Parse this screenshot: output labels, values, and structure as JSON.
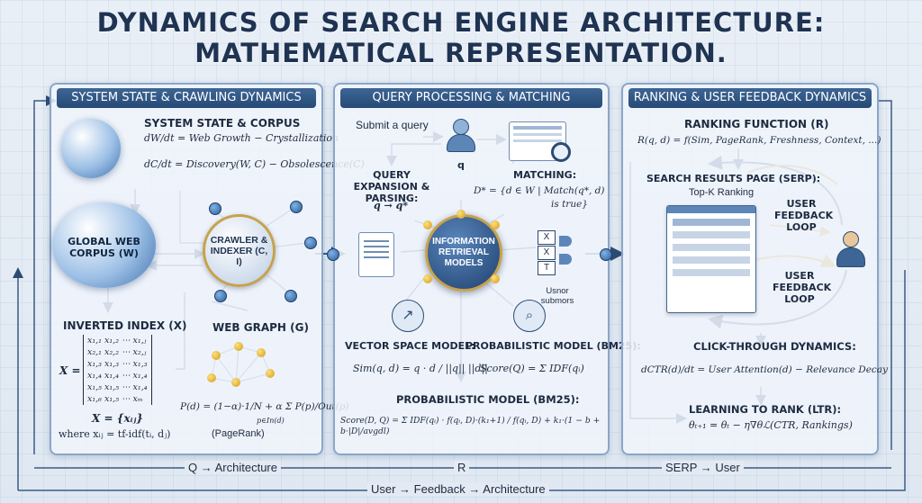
{
  "title_line1": "DYNAMICS OF SEARCH ENGINE ARCHITECTURE:",
  "title_line2": "MATHEMATICAL REPRESENTATION.",
  "panel1": {
    "header": "SYSTEM STATE & CRAWLING DYNAMICS",
    "state_title": "SYSTEM STATE & CORPUS",
    "eq1": "dW/dt = Web Growth − Crystallization",
    "eq2": "dC/dt = Discovery(W, C) − Obsolescence(C)",
    "globe_label": "GLOBAL WEB CORPUS (W)",
    "crawler_label": "CRAWLER & INDEXER (C, I)",
    "inverted_index": "INVERTED INDEX (X)",
    "matrix_rows": [
      "x₁,₁  x₁,₂  ⋯  x₁,ⱼ",
      "x₂,₁  x₂,₂  ⋯  x₂,ⱼ",
      "x₁,₃  x₁,₃  ⋯  x₁,₃",
      "x₁,₄  x₁,₄  ⋯  x₁,₄",
      "x₁,₅  x₁,₅  ⋯  x₁,₄",
      "x₁,₆  x₁,₅  ⋯  xₘ"
    ],
    "matrix_x": "X =",
    "x_def": "X = {xᵢⱼ}",
    "x_where": "where xᵢⱼ = tf-idf(tᵢ, dⱼ)",
    "web_graph": "WEB GRAPH (G)",
    "pagerank_eq": "P(d) = (1−α)·1/N + α Σ P(p)/Out(p)",
    "pagerank_sub": "p∈In(d)",
    "pagerank_label": "(PageRank)"
  },
  "panel2": {
    "header": "QUERY PROCESSING & MATCHING",
    "submit": "Submit a query",
    "q": "q",
    "expansion": "QUERY EXPANSION & PARSING:",
    "expansion_eq": "q → q*",
    "matching": "MATCHING:",
    "matching_eq": "D* = {d ∈ W | Match(q*, d)",
    "matching_eq2": "is true}",
    "ir_model": "INFORMATION RETRIEVAL MODELS",
    "user_submors": "Usnor submors",
    "vsm": "VECTOR SPACE MODEL:",
    "vsm_eq": "Sim(q, d) = q · d / ||q|| ||d||",
    "prob_small": "PROBABILISTIC MODEL (BM25):",
    "prob_small_eq": "Score(Q) = Σ IDF(qᵢ)",
    "prob_big": "PROBABILISTIC MODEL (BM25):",
    "bm25_eq": "Score(D, Q) = Σ IDF(qᵢ) · f(qᵢ, D)·(k₁+1) / f(qᵢ, D) + k₁·(1 − b + b·|D|/avgdl)"
  },
  "panel3": {
    "header": "RANKING & USER FEEDBACK DYNAMICS",
    "ranking_fn": "RANKING FUNCTION (R)",
    "ranking_eq": "R(q, d) = f(Sim, PageRank, Freshness, Context, ...)",
    "serp": "SEARCH RESULTS PAGE (SERP):",
    "topk": "Top-K Ranking",
    "loop1": "USER FEEDBACK LOOP",
    "loop2": "USER FEEDBACK LOOP",
    "ctr": "CLICK-THROUGH DYNAMICS:",
    "ctr_eq": "dCTR(d)/dt = User Attention(d) − Relevance Decay",
    "ltr": "LEARNING TO RANK (LTR):",
    "ltr_eq": "θₜ₊₁ = θₜ − η∇θℒ(CTR, Rankings)"
  },
  "flow": {
    "q_arch": "Q → Architecture",
    "r": "R",
    "serp_user": "SERP → User",
    "feedback": "User → Feedback → Architecture"
  },
  "colors": {
    "accent": "#274a76",
    "gold": "#c7a24a",
    "line": "#3a5a85"
  }
}
